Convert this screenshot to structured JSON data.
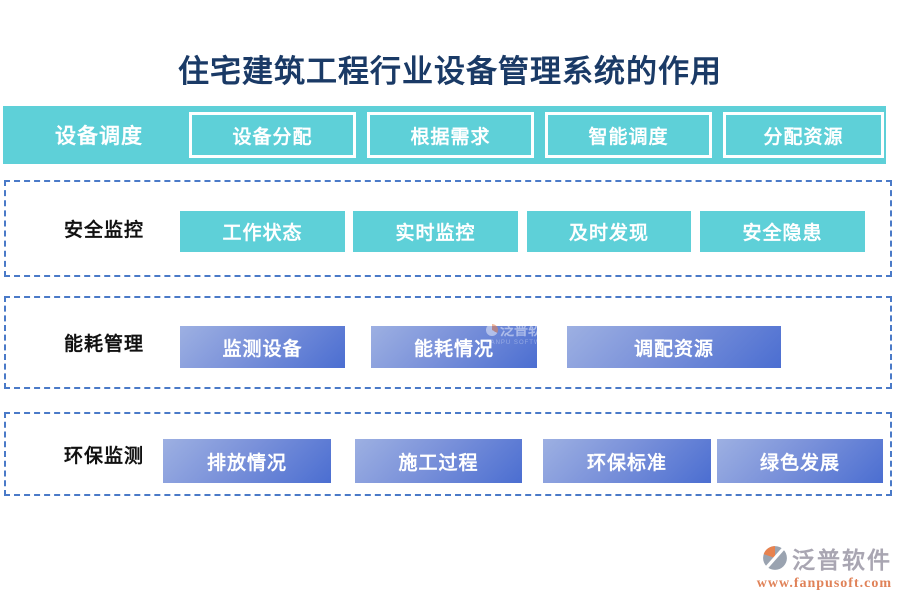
{
  "title": "住宅建筑工程行业设备管理系统的作用",
  "sections": [
    {
      "label": "设备调度",
      "items": [
        "设备分配",
        "根据需求",
        "智能调度",
        "分配资源"
      ]
    },
    {
      "label": "安全监控",
      "items": [
        "工作状态",
        "实时监控",
        "及时发现",
        "安全隐患"
      ]
    },
    {
      "label": "能耗管理",
      "items": [
        "监测设备",
        "能耗情况",
        "调配资源"
      ]
    },
    {
      "label": "环保监测",
      "items": [
        "排放情况",
        "施工过程",
        "环保标准",
        "绿色发展"
      ]
    }
  ],
  "watermark": {
    "brand": "泛普软件",
    "subtext": "FANPU SOFTWARE"
  },
  "footer": {
    "brand": "泛普软件",
    "url": "www.fanpusoft.com"
  },
  "colors": {
    "teal": "#5ed0d8",
    "dashed_border": "#4a7ac8",
    "title_navy": "#1a3a66",
    "blue_gradient_start": "#9db0e2",
    "blue_gradient_end": "#4b6ed1",
    "brand_gray": "#a9a6b2",
    "brand_orange": "#e08258"
  }
}
